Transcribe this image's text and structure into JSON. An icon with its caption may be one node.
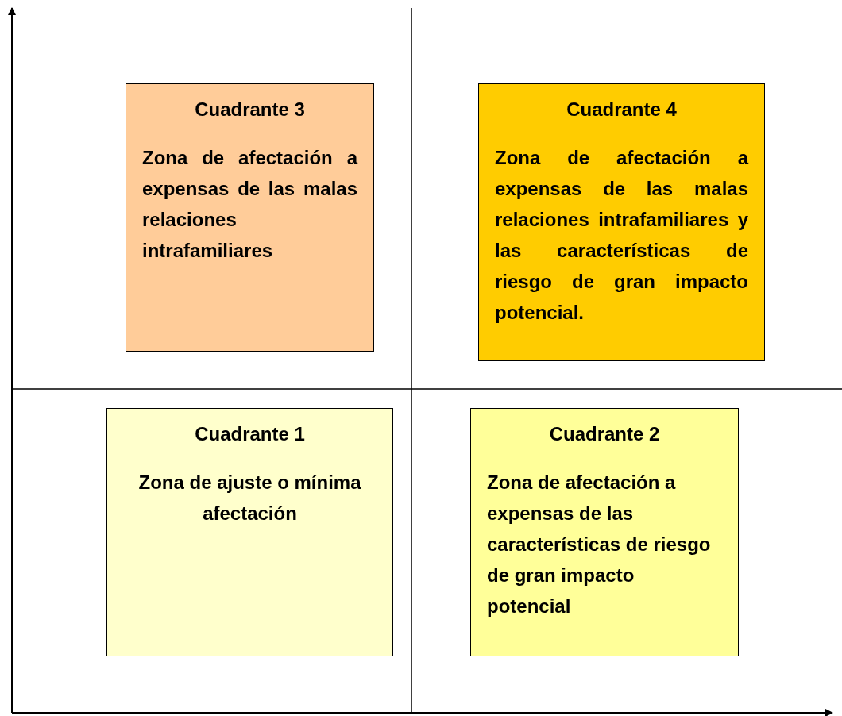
{
  "diagram": {
    "nodes": [
      {
        "text": [
          "Cuadrante 3",
          "Zona de afectación a expensas de las malas relaciones intrafamiliares"
        ]
      },
      {
        "text": [
          "Cuadrante 4",
          "Zona de afectación a expensas de las malas relaciones intrafamiliares y las características de riesgo de gran impacto potencial."
        ]
      },
      {
        "text": [
          "Cuadrante 1",
          "Zona de ajuste o mínima afectación"
        ]
      },
      {
        "text": [
          "Cuadrante 2",
          "Zona de afectación a expensas de las características de riesgo de gran impacto potencial"
        ]
      }
    ],
    "edges": []
  }
}
